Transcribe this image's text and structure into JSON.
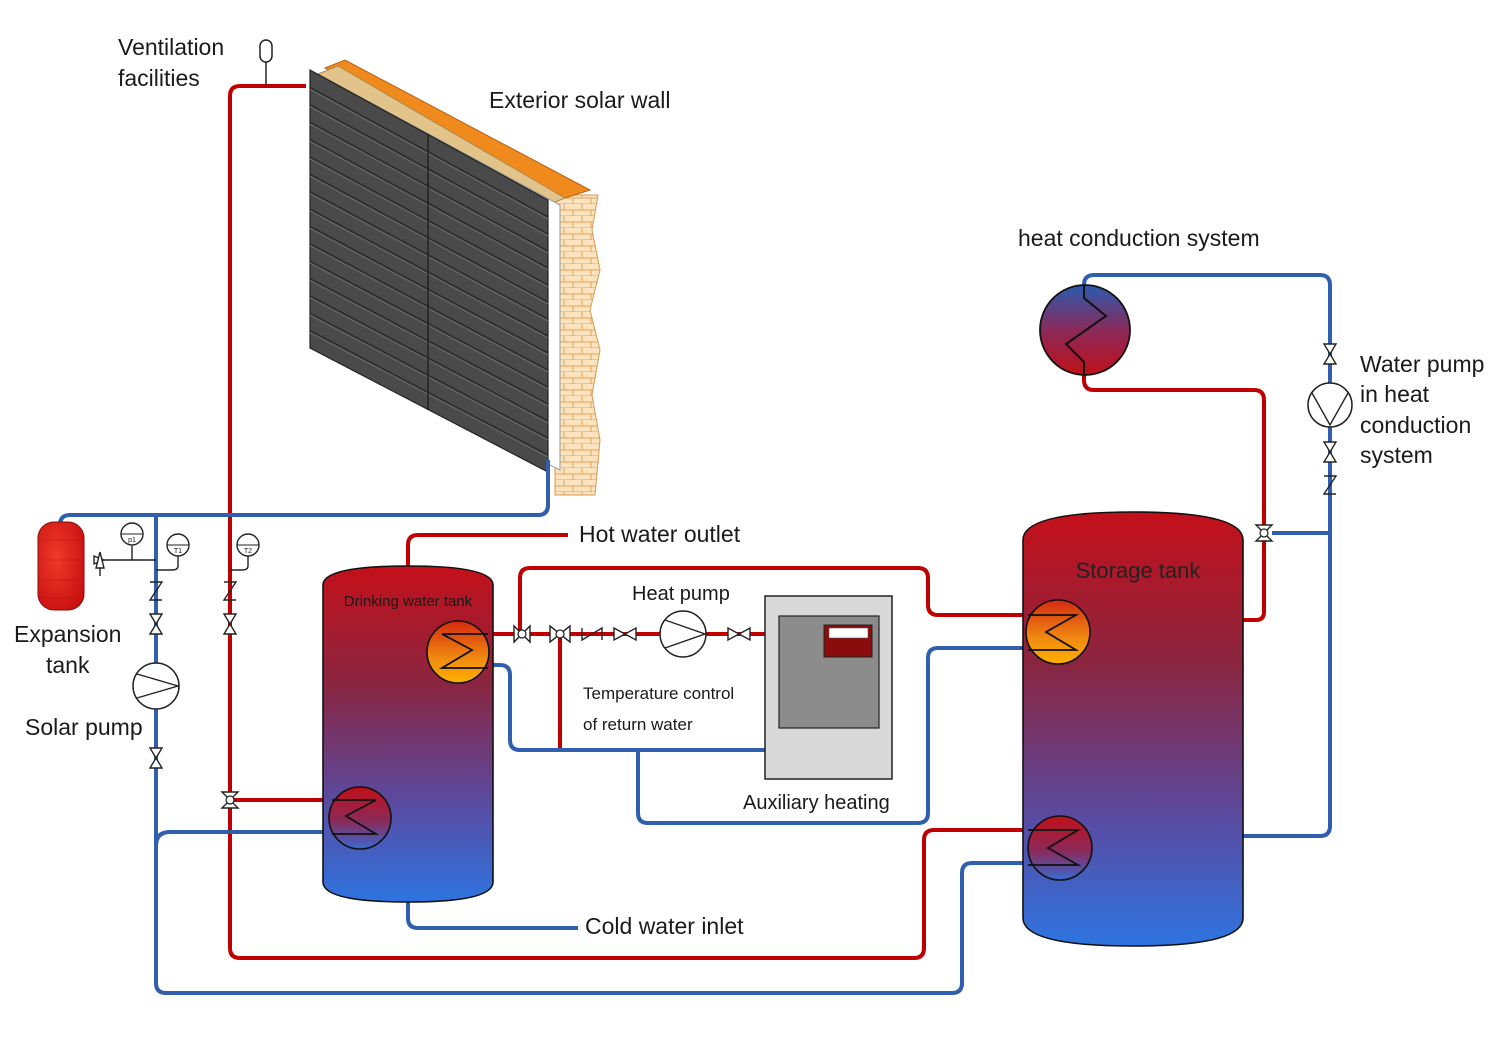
{
  "labels": {
    "ventilation_line1": "Ventilation",
    "ventilation_line2": "facilities",
    "solar_wall": "Exterior solar wall",
    "heat_conduction_system": "heat conduction system",
    "water_pump_line1": "Water pump",
    "water_pump_line2": "in heat",
    "water_pump_line3": "conduction",
    "water_pump_line4": "system",
    "hot_water_outlet": "Hot water outlet",
    "heat_pump": "Heat pump",
    "storage_tank": "Storage tank",
    "drinking_water_tank": "Drinking water tank",
    "expansion_line1": "Expansion",
    "expansion_line2": "tank",
    "solar_pump": "Solar pump",
    "temp_control_line1": "Temperature control",
    "temp_control_line2": "of return water",
    "auxiliary_heating": "Auxiliary heating",
    "cold_water_inlet": "Cold water inlet"
  },
  "gauges": {
    "p1": "p1",
    "t1": "T1",
    "t2": "T2"
  },
  "colors": {
    "hot_pipe": "#c00000",
    "cold_pipe": "#2f5fae",
    "tank_top": "#b4101e",
    "tank_bottom": "#2e6fd6",
    "expansion_tank": "#e02020",
    "solar_panel": "#4a4a4a",
    "insulation": "#f08a1c"
  }
}
